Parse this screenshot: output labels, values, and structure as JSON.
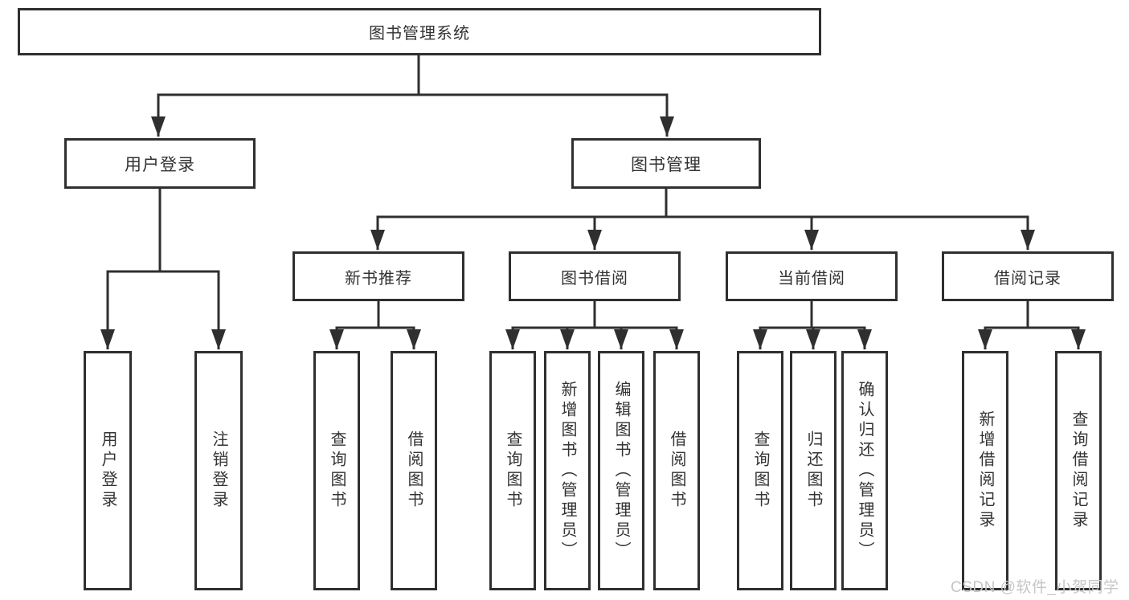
{
  "colors": {
    "background": "#ffffff",
    "line": "#2f2f2f",
    "box_border": "#2f2f2f",
    "box_fill": "#ffffff",
    "text": "#333333",
    "watermark_text_color": "#c6c6c6"
  },
  "tree": {
    "root": "图书管理系统",
    "level2": [
      {
        "label": "用户登录",
        "leaves": [
          "用户登录",
          "注销登录"
        ]
      },
      {
        "label": "图书管理",
        "groups": [
          {
            "label": "新书推荐",
            "leaves": [
              "查询图书",
              "借阅图书"
            ]
          },
          {
            "label": "图书借阅",
            "leaves": [
              "查询图书",
              "新增图书（管理员）",
              "编辑图书（管理员）",
              "借阅图书"
            ]
          },
          {
            "label": "当前借阅",
            "leaves": [
              "查询图书",
              "归还图书",
              "确认归还（管理员）"
            ]
          },
          {
            "label": "借阅记录",
            "leaves": [
              "新增借阅记录",
              "查询借阅记录"
            ]
          }
        ]
      }
    ]
  },
  "watermark": {
    "text": "CSDN @软件_小贺同学"
  }
}
